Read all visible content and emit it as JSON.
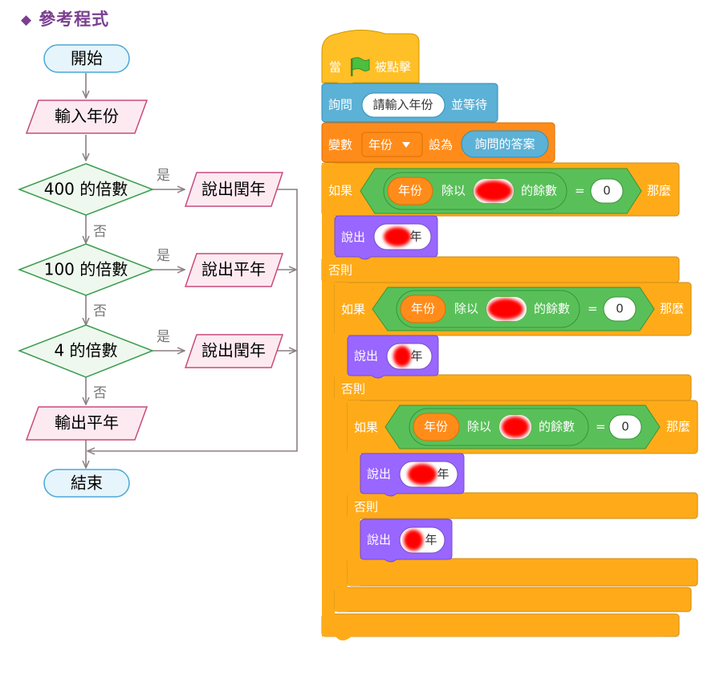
{
  "header": {
    "title": "參考程式"
  },
  "flowchart": {
    "start": "開始",
    "input": "輸入年份",
    "cond1": "400 的倍數",
    "out1": "說出閏年",
    "cond2": "100 的倍數",
    "out2": "說出平年",
    "cond3": "4 的倍數",
    "out3": "說出閏年",
    "out4": "輸出平年",
    "end": "結束",
    "yes": "是",
    "no": "否"
  },
  "blocks": {
    "hat": {
      "prefix": "當",
      "suffix": "被點擊"
    },
    "ask": {
      "label": "詢問",
      "value": "請輸入年份",
      "suffix": "並等待"
    },
    "set": {
      "label": "變數",
      "var": "年份",
      "mid": "設為",
      "value": "詢問的答案"
    },
    "if1": {
      "label": "如果",
      "var": "年份",
      "div": "除以",
      "rem": "的餘數",
      "eq": "=",
      "zero": "0",
      "then": "那麼"
    },
    "say1": {
      "label": "說出",
      "suffix": "年"
    },
    "else1": "否則",
    "if2": {
      "label": "如果",
      "var": "年份",
      "div": "除以",
      "rem": "的餘數",
      "eq": "=",
      "zero": "0",
      "then": "那麼"
    },
    "say2": {
      "label": "說出",
      "suffix": "年"
    },
    "else2": "否則",
    "if3": {
      "label": "如果",
      "var": "年份",
      "div": "除以",
      "rem": "的餘數",
      "eq": "=",
      "zero": "0",
      "then": "那麼"
    },
    "say3": {
      "label": "說出",
      "suffix": "年"
    },
    "else3": "否則",
    "say4": {
      "label": "說出",
      "suffix": "年"
    }
  },
  "colors": {
    "header": "#7a3f8f",
    "terminal_fill": "#e6f4fb",
    "terminal_stroke": "#4aa8d8",
    "io_fill": "#fdeaf1",
    "io_stroke": "#c94a7c",
    "decision_fill": "#eef8ee",
    "decision_stroke": "#3a9c4d",
    "arrow": "#8a7f80",
    "event": "#ffbf26",
    "sensing": "#5cb1d6",
    "variable": "#ff8c1a",
    "control": "#ffab19",
    "operator": "#59c059",
    "looks": "#9966ff",
    "redact": "#ff0000"
  }
}
